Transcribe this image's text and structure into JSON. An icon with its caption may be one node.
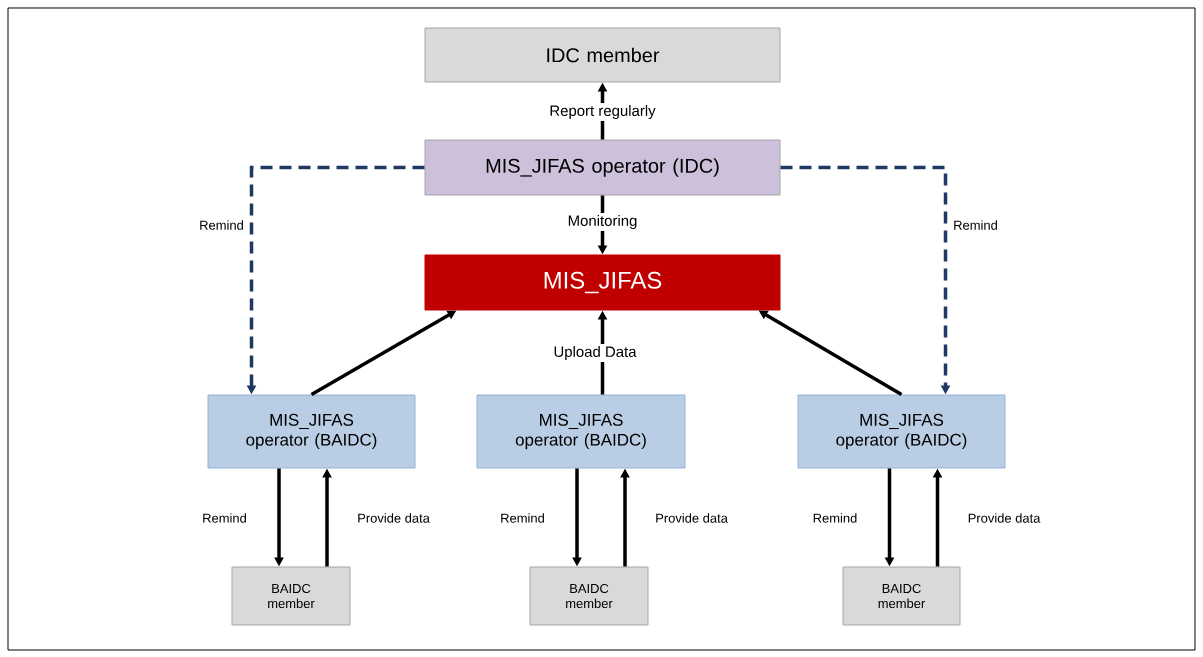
{
  "diagram": {
    "nodes": [
      {
        "text": [
          "IDC member"
        ]
      },
      {
        "text": [
          "MIS_JIFAS operator (IDC)"
        ]
      },
      {
        "text": [
          "MIS_JIFAS"
        ]
      },
      {
        "text": [
          "MIS_JIFAS operator (BAIDC)"
        ]
      },
      {
        "text": [
          "MIS_JIFAS operator (BAIDC)"
        ]
      },
      {
        "text": [
          "MIS_JIFAS operator (BAIDC)"
        ]
      },
      {
        "text": [
          "BAIDC member"
        ]
      },
      {
        "text": [
          "BAIDC member"
        ]
      },
      {
        "text": [
          "BAIDC member"
        ]
      }
    ],
    "edges": [
      {
        "from": 1,
        "to": 0,
        "arrow": "to",
        "label": "Report regularly"
      },
      {
        "from": 1,
        "to": 2,
        "arrow": "to",
        "label": "Monitoring"
      },
      {
        "from": 1,
        "to": 3,
        "arrow": "to",
        "label": "Remind",
        "style": "dashed",
        "color": "#1f3864"
      },
      {
        "from": 1,
        "to": 5,
        "arrow": "to",
        "label": "Remind",
        "style": "dashed",
        "color": "#1f3864"
      },
      {
        "from": 3,
        "to": 2,
        "arrow": "to"
      },
      {
        "from": 4,
        "to": 2,
        "arrow": "to",
        "label": "Upload Data"
      },
      {
        "from": 5,
        "to": 2,
        "arrow": "to"
      },
      {
        "from": 3,
        "to": 6,
        "arrow": "to",
        "label": "Remind"
      },
      {
        "from": 6,
        "to": 3,
        "arrow": "to",
        "label": "Provide data"
      },
      {
        "from": 4,
        "to": 7,
        "arrow": "to",
        "label": "Remind"
      },
      {
        "from": 7,
        "to": 4,
        "arrow": "to",
        "label": "Provide data"
      },
      {
        "from": 5,
        "to": 8,
        "arrow": "to",
        "label": "Remind"
      },
      {
        "from": 8,
        "to": 5,
        "arrow": "to",
        "label": "Provide data"
      }
    ]
  }
}
